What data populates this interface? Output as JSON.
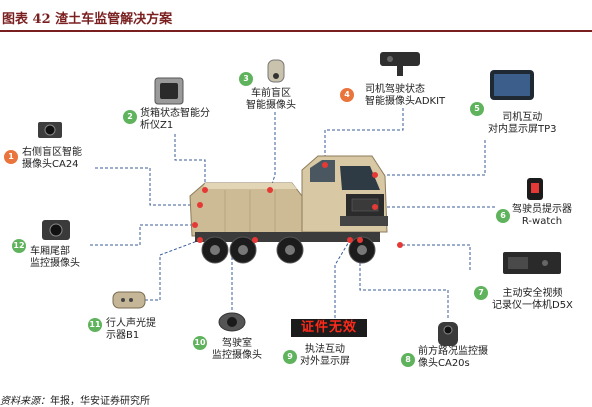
{
  "header": {
    "title": "图表 42  渣土车监管解决方案"
  },
  "footer": {
    "label": "资料来源：",
    "source": "年报，华安证券研究所"
  },
  "colors": {
    "orange": "#e9743c",
    "green": "#5fb35c",
    "title": "#7a1f1f",
    "line": "#3a5c9a",
    "dot": "#e53935"
  },
  "display_panel": {
    "text": "证件无效"
  },
  "callouts": [
    {
      "num": "1",
      "color": "orange",
      "lines": [
        "右侧盲区智能",
        "摄像头CA24"
      ]
    },
    {
      "num": "2",
      "color": "green",
      "lines": [
        "货箱状态智能分",
        "析仪Z1"
      ]
    },
    {
      "num": "3",
      "color": "green",
      "lines": [
        "车前盲区",
        "智能摄像头"
      ]
    },
    {
      "num": "4",
      "color": "orange",
      "lines": [
        "司机驾驶状态",
        "智能摄像头ADKIT"
      ]
    },
    {
      "num": "5",
      "color": "green",
      "lines": [
        "司机互动",
        "对内显示屏TP3"
      ]
    },
    {
      "num": "6",
      "color": "green",
      "lines": [
        "驾驶员提示器",
        "R-watch"
      ]
    },
    {
      "num": "7",
      "color": "green",
      "lines": [
        "主动安全视频",
        "记录仪一体机D5X"
      ]
    },
    {
      "num": "8",
      "color": "green",
      "lines": [
        "前方路况监控摄",
        "像头CA20s"
      ]
    },
    {
      "num": "9",
      "color": "green",
      "lines": [
        "执法互动",
        "对外显示屏"
      ]
    },
    {
      "num": "10",
      "color": "green",
      "lines": [
        "驾驶室",
        "监控摄像头"
      ]
    },
    {
      "num": "11",
      "color": "green",
      "lines": [
        "行人声光提",
        "示器B1"
      ]
    },
    {
      "num": "12",
      "color": "green",
      "lines": [
        "车厢尾部",
        "监控摄像头"
      ]
    }
  ],
  "icons": {
    "truck": "dump-truck-image",
    "c1": "side-camera-icon",
    "c2": "cargo-analyzer-icon",
    "c3": "front-camera-icon",
    "c4": "driver-camera-icon",
    "c5": "display-screen-icon",
    "c6": "alarm-watch-icon",
    "c7": "video-recorder-icon",
    "c8": "road-camera-icon",
    "c9": "led-display-icon",
    "c10": "dome-camera-icon",
    "c11": "speaker-light-icon",
    "c12": "rear-camera-icon"
  }
}
